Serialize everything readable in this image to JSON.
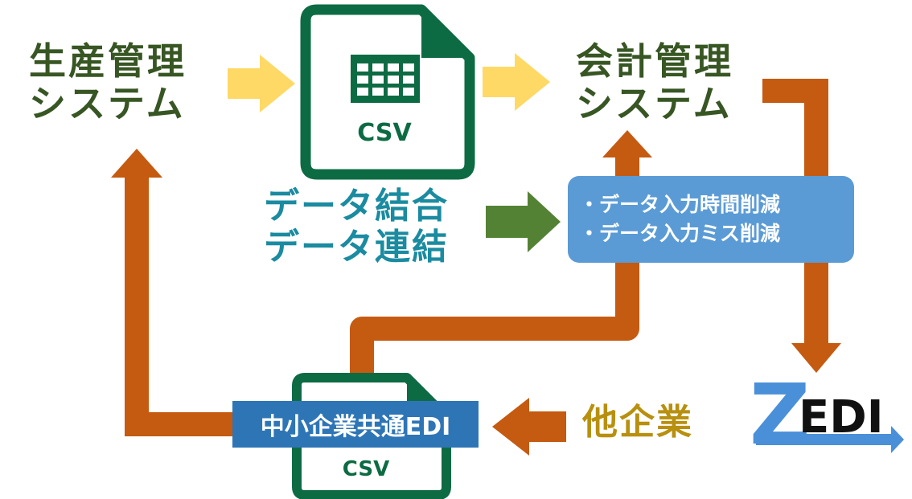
{
  "production_system": {
    "line1": "生産管理",
    "line2": "システム"
  },
  "accounting_system": {
    "line1": "会計管理",
    "line2": "システム"
  },
  "csv_file_top": {
    "label": "CSV"
  },
  "csv_file_bottom": {
    "label": "CSV"
  },
  "data_ops": {
    "line1": "データ結合",
    "line2": "データ連結"
  },
  "benefits": {
    "items": [
      "・データ入力時間削減",
      "・データ入力ミス削減"
    ]
  },
  "sme_edi": {
    "label": "中小企業共通EDI"
  },
  "other_company": {
    "label": "他企業"
  },
  "zedi_logo": {
    "z": "Z",
    "rest": "EDI"
  },
  "colors": {
    "system_text": "#375623",
    "teal_text": "#1a8ba0",
    "gold_text": "#b8900f",
    "orange_arrow": "#c55a11",
    "yellow_arrow": "#ffd966",
    "green_arrow": "#548235",
    "file_green": "#0d6b43",
    "box_blue": "#5b9bd5",
    "label_blue": "#2e75b6"
  },
  "icons": [
    "spreadsheet-file-icon",
    "csv-file-icon",
    "zedi-logo"
  ]
}
